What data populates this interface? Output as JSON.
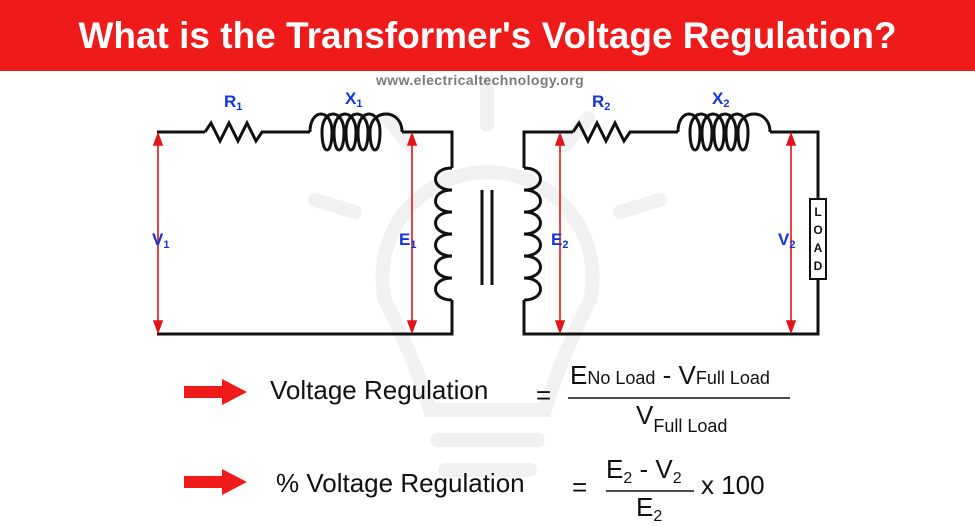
{
  "header": {
    "title": "What is the Transformer's Voltage Regulation?",
    "background": "#ef1b1b",
    "site": "www.electricaltechnology.org"
  },
  "circuit": {
    "labels": {
      "r1": "R",
      "r1_sub": "1",
      "x1": "X",
      "x1_sub": "1",
      "r2": "R",
      "r2_sub": "2",
      "x2": "X",
      "x2_sub": "2",
      "v1": "V",
      "v1_sub": "1",
      "e1": "E",
      "e1_sub": "1",
      "e2": "E",
      "e2_sub": "2",
      "v2": "V",
      "v2_sub": "2"
    },
    "load_letters": [
      "L",
      "O",
      "A",
      "D"
    ],
    "label_color": "#1434d8",
    "arrow_color": "#e0141a"
  },
  "formulas": {
    "f1_label": "Voltage Regulation",
    "f1_equals": "=",
    "f1_num_e": "E",
    "f1_num_e_sub": "No Load",
    "f1_num_minus": " - ",
    "f1_num_v": "V",
    "f1_num_v_sub": "Full Load",
    "f1_den_v": "V",
    "f1_den_v_sub": "Full Load",
    "f2_label": "% Voltage Regulation",
    "f2_equals": "=",
    "f2_num_e": "E",
    "f2_num_e_sub": "2",
    "f2_num_minus": " - ",
    "f2_num_v": "V",
    "f2_num_v_sub": "2",
    "f2_den_e": "E",
    "f2_den_e_sub": "2",
    "f2_times": "x 100"
  }
}
